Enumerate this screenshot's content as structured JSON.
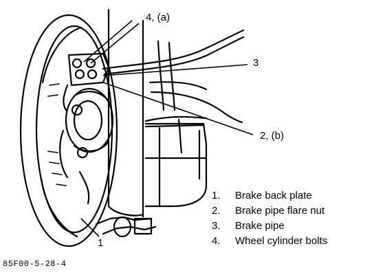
{
  "callouts": {
    "c1": "1",
    "c2": "2, (b)",
    "c3": "3",
    "c4": "4, (a)"
  },
  "legend": [
    {
      "num": "1.",
      "text": "Brake back plate"
    },
    {
      "num": "2.",
      "text": "Brake pipe flare nut"
    },
    {
      "num": "3.",
      "text": "Brake pipe"
    },
    {
      "num": "4.",
      "text": "Wheel cylinder bolts"
    }
  ],
  "figure_code": "85F00-5-28-4"
}
